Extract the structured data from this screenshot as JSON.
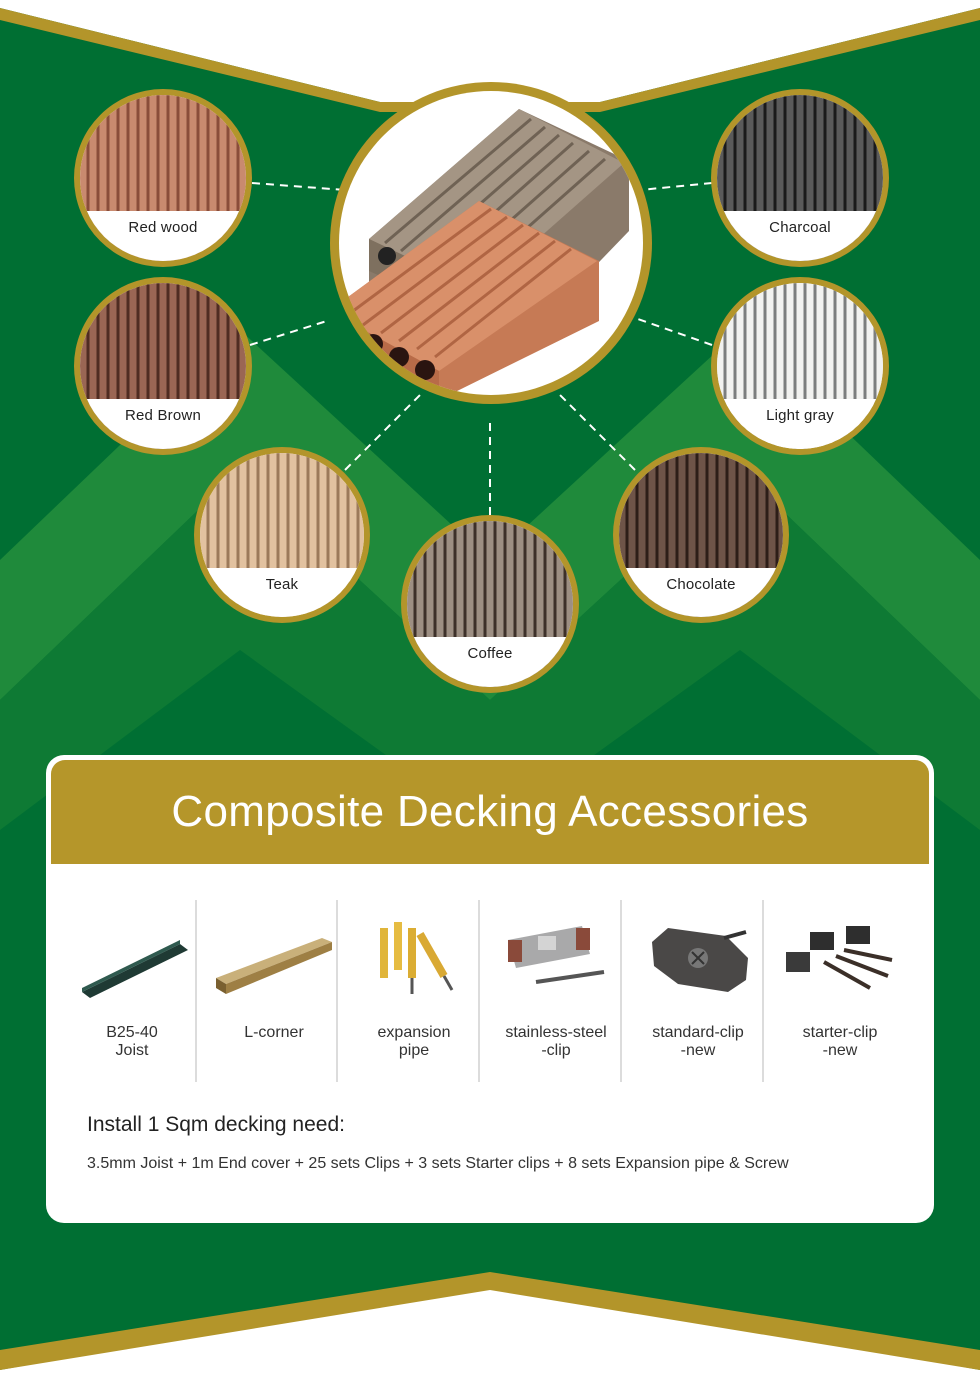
{
  "colors": {
    "green": "#006f33",
    "green_light": "#1f8a3b",
    "gold": "#b3952a",
    "white": "#ffffff"
  },
  "colors_section": [
    {
      "label": "Red wood",
      "base": "#c98a6f",
      "dark": "#8a4d3a"
    },
    {
      "label": "Red Brown",
      "base": "#9a6654",
      "dark": "#4f2c22"
    },
    {
      "label": "Teak",
      "base": "#e2c2a0",
      "dark": "#9c7a5a"
    },
    {
      "label": "Coffee",
      "base": "#9d8f83",
      "dark": "#3d3029"
    },
    {
      "label": "Chocolate",
      "base": "#6e5448",
      "dark": "#2d1e18"
    },
    {
      "label": "Light gray",
      "base": "#f2f2f0",
      "dark": "#7c7e7e"
    },
    {
      "label": "Charcoal",
      "base": "#5a5a5a",
      "dark": "#1a1a1a"
    }
  ],
  "hero_icon": "decking-board-icon",
  "accessories": {
    "title": "Composite Decking Accessories",
    "items": [
      {
        "name1": "B25-40",
        "name2": "Joist",
        "icon": "joist-icon"
      },
      {
        "name1": "L-corner",
        "name2": "",
        "icon": "l-corner-icon"
      },
      {
        "name1": "expansion",
        "name2": "pipe",
        "icon": "expansion-pipe-icon"
      },
      {
        "name1": "stainless-steel",
        "name2": "-clip",
        "icon": "steel-clip-icon"
      },
      {
        "name1": "standard-clip",
        "name2": "-new",
        "icon": "standard-clip-icon"
      },
      {
        "name1": "starter-clip",
        "name2": "-new",
        "icon": "starter-clip-icon"
      }
    ]
  },
  "install": {
    "heading": "Install 1 Sqm decking need:",
    "text": "3.5mm Joist + 1m End cover + 25 sets Clips + 3 sets Starter clips + 8 sets Expansion pipe & Screw"
  }
}
